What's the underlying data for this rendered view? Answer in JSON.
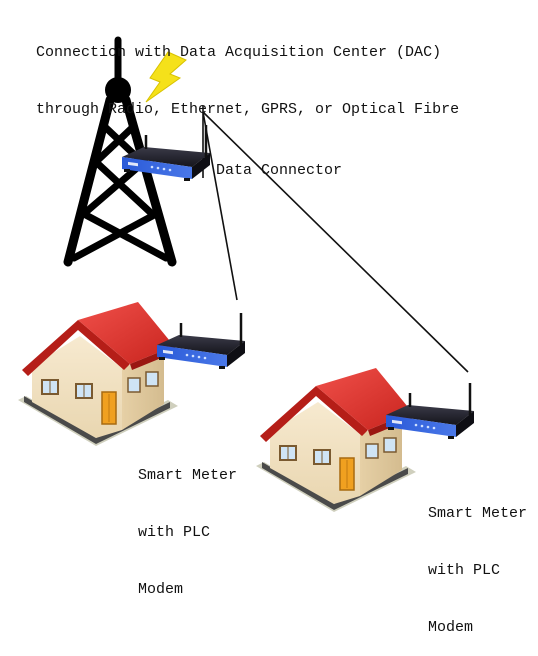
{
  "header": {
    "line1": "Connection with Data Acquisition Center (DAC)",
    "line2": "through Radio, Ethernet, GPRS, or Optical Fibre"
  },
  "connector": {
    "label": "Data Connector"
  },
  "meter1": {
    "line1": "Smart Meter",
    "line2": "with PLC",
    "line3": "Modem"
  },
  "meter2": {
    "line1": "Smart Meter",
    "line2": "with PLC",
    "line3": "Modem"
  },
  "colors": {
    "tower": "#000000",
    "lightning": "#f5e11a",
    "roof": "#e8362a",
    "wall": "#f3e3c3",
    "door": "#f0a020",
    "window": "#cfe4f5",
    "base": "#555555",
    "lawn": "#d8d8c8",
    "router_body": "#1a1a24",
    "router_front": "#2f5fd0"
  },
  "icons": [
    "tower-icon",
    "lightning-icon",
    "router-icon",
    "house-icon"
  ]
}
